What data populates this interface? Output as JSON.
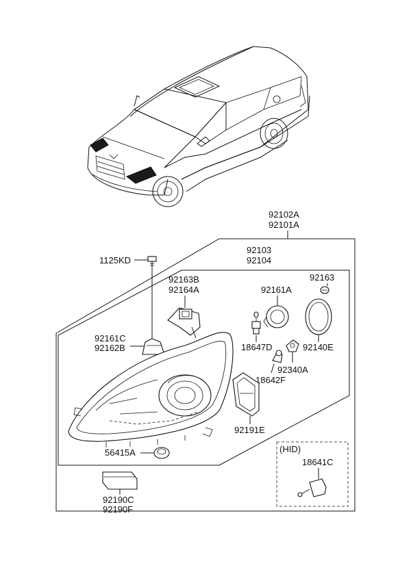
{
  "labels": {
    "assy_outer_1": "92102A",
    "assy_outer_2": "92101A",
    "assy_inner_1": "92103",
    "assy_inner_2": "92104",
    "bolt": "1125KD",
    "cover_1": "92163B",
    "cover_2": "92164A",
    "cap_small": "92163",
    "socket_cover": "92161A",
    "clip_1": "92161C",
    "clip_2": "92162B",
    "bulb_h7": "18647D",
    "ring": "92140E",
    "socket": "92340A",
    "bulb_small": "18642F",
    "rear_cover": "92191E",
    "grommet": "56415A",
    "ballast_1": "92190C",
    "ballast_2": "92190F",
    "hid_header": "(HID)",
    "hid_bulb": "18641C"
  }
}
